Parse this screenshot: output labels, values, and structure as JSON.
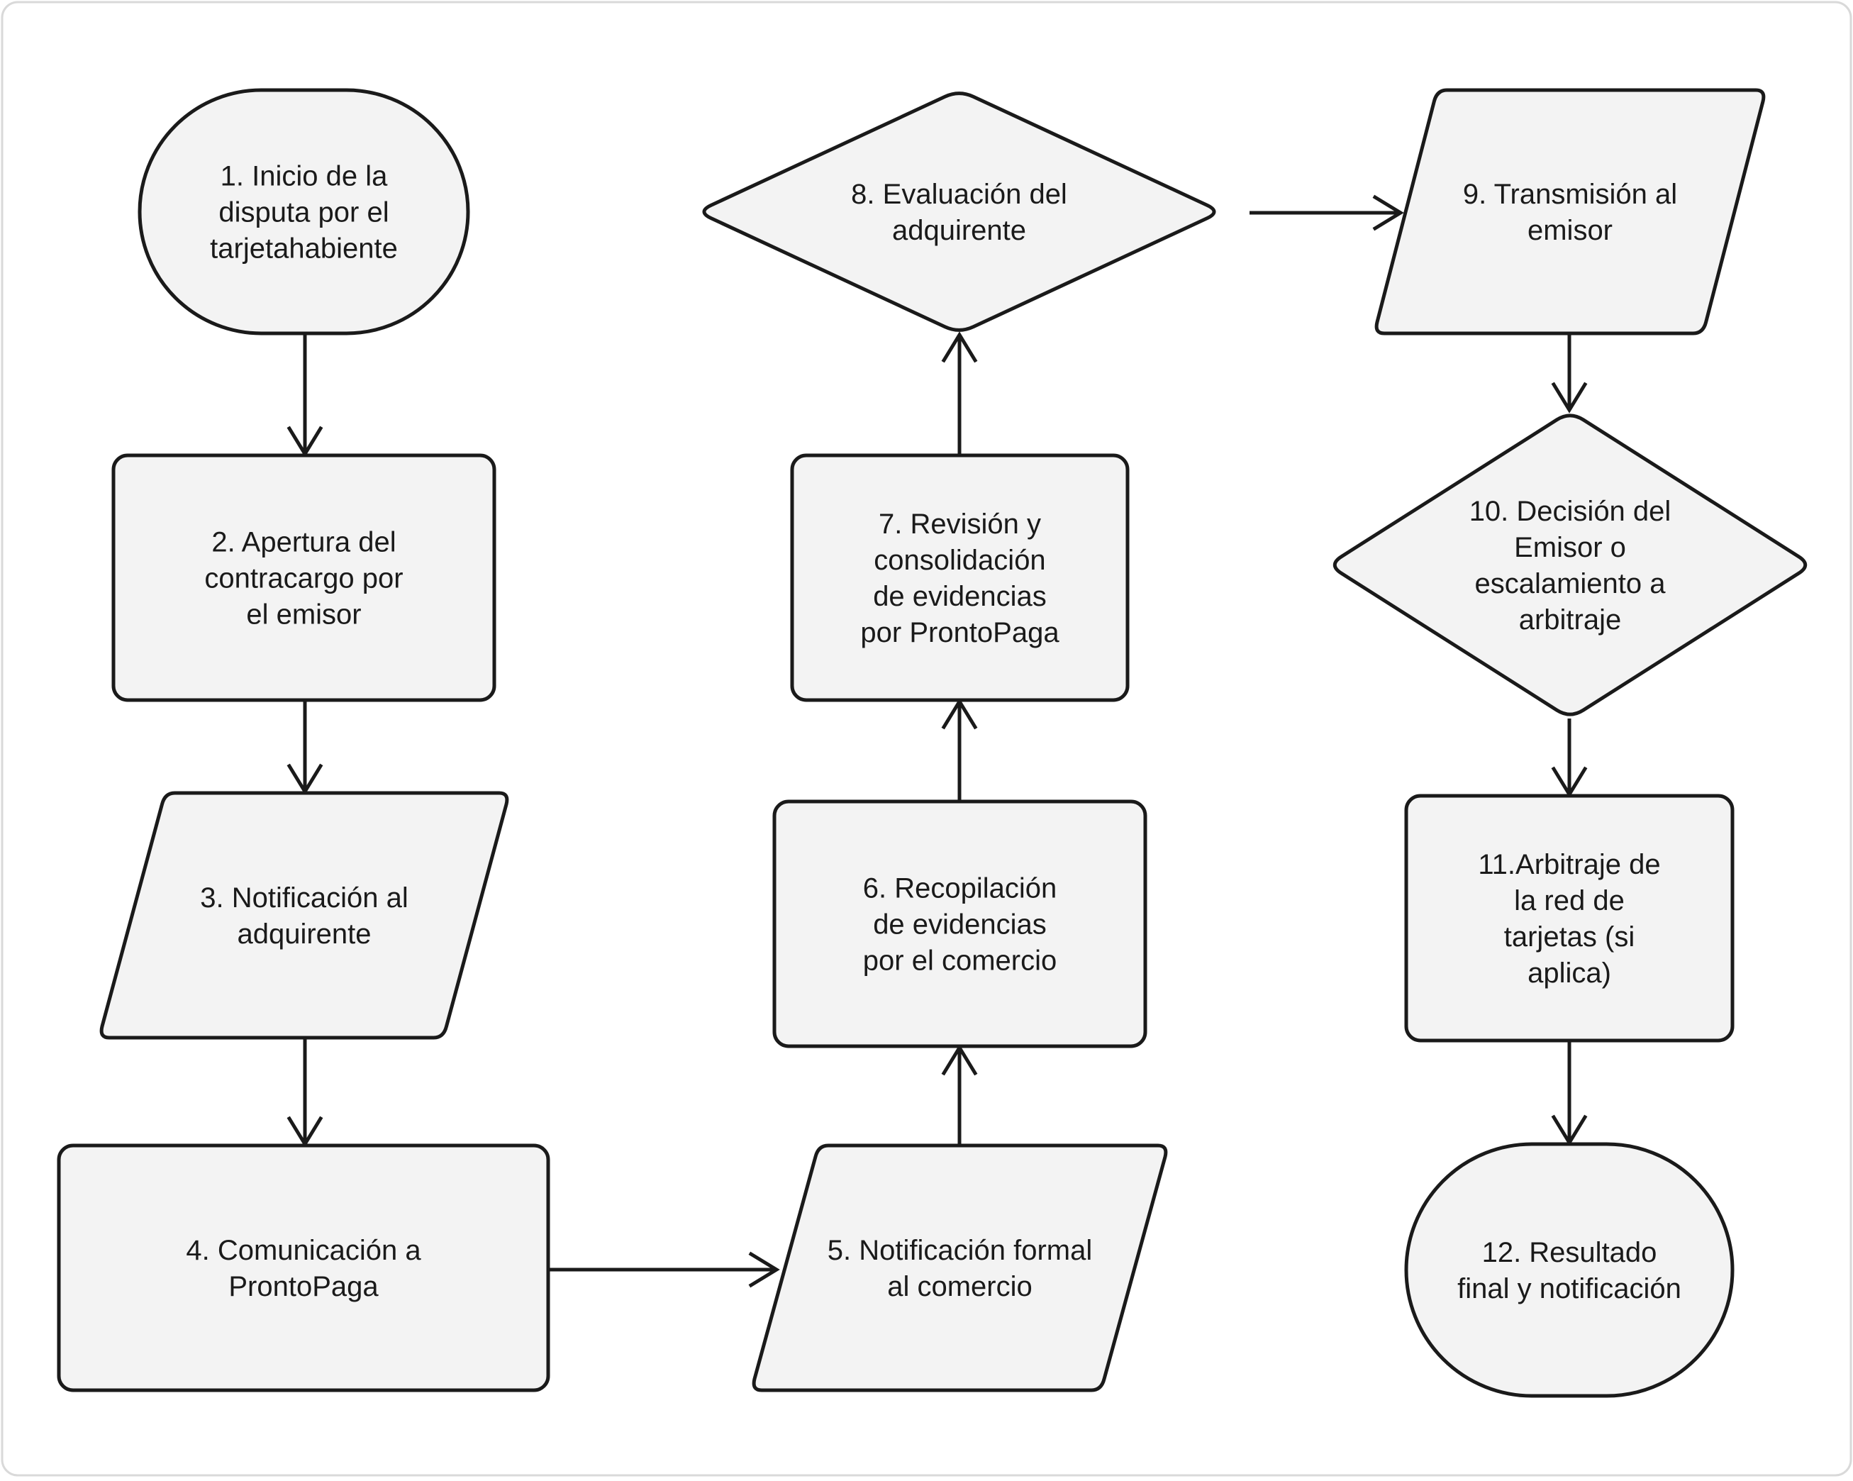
{
  "nodes": [
    {
      "id": "n1",
      "shape": "terminal",
      "lines": [
        "1. Inicio de la",
        "disputa por el",
        "tarjetahabiente"
      ]
    },
    {
      "id": "n2",
      "shape": "process",
      "lines": [
        "2. Apertura del",
        "contracargo por",
        "el emisor"
      ]
    },
    {
      "id": "n3",
      "shape": "io",
      "lines": [
        "3. Notificación al",
        "adquirente"
      ]
    },
    {
      "id": "n4",
      "shape": "process",
      "lines": [
        "4. Comunicación a",
        "ProntoPaga"
      ]
    },
    {
      "id": "n5",
      "shape": "io",
      "lines": [
        "5. Notificación formal",
        "al comercio"
      ]
    },
    {
      "id": "n6",
      "shape": "process",
      "lines": [
        "6. Recopilación",
        "de evidencias",
        "por el comercio"
      ]
    },
    {
      "id": "n7",
      "shape": "process",
      "lines": [
        "7. Revisión y",
        "consolidación",
        "de evidencias",
        "por ProntoPaga"
      ]
    },
    {
      "id": "n8",
      "shape": "decision",
      "lines": [
        "8. Evaluación del",
        "adquirente"
      ]
    },
    {
      "id": "n9",
      "shape": "io",
      "lines": [
        "9. Transmisión al",
        "emisor"
      ]
    },
    {
      "id": "n10",
      "shape": "decision",
      "lines": [
        "10. Decisión del",
        "Emisor o",
        "escalamiento a",
        "arbitraje"
      ]
    },
    {
      "id": "n11",
      "shape": "process",
      "lines": [
        "11.Arbitraje de",
        "la red de",
        "tarjetas (si",
        "aplica)"
      ]
    },
    {
      "id": "n12",
      "shape": "terminal",
      "lines": [
        "12. Resultado",
        "final y notificación"
      ]
    }
  ],
  "edges": [
    {
      "from": "n1",
      "to": "n2"
    },
    {
      "from": "n2",
      "to": "n3"
    },
    {
      "from": "n3",
      "to": "n4"
    },
    {
      "from": "n4",
      "to": "n5"
    },
    {
      "from": "n5",
      "to": "n6"
    },
    {
      "from": "n6",
      "to": "n7"
    },
    {
      "from": "n7",
      "to": "n8"
    },
    {
      "from": "n8",
      "to": "n9"
    },
    {
      "from": "n9",
      "to": "n10"
    },
    {
      "from": "n10",
      "to": "n11"
    },
    {
      "from": "n11",
      "to": "n12"
    }
  ]
}
